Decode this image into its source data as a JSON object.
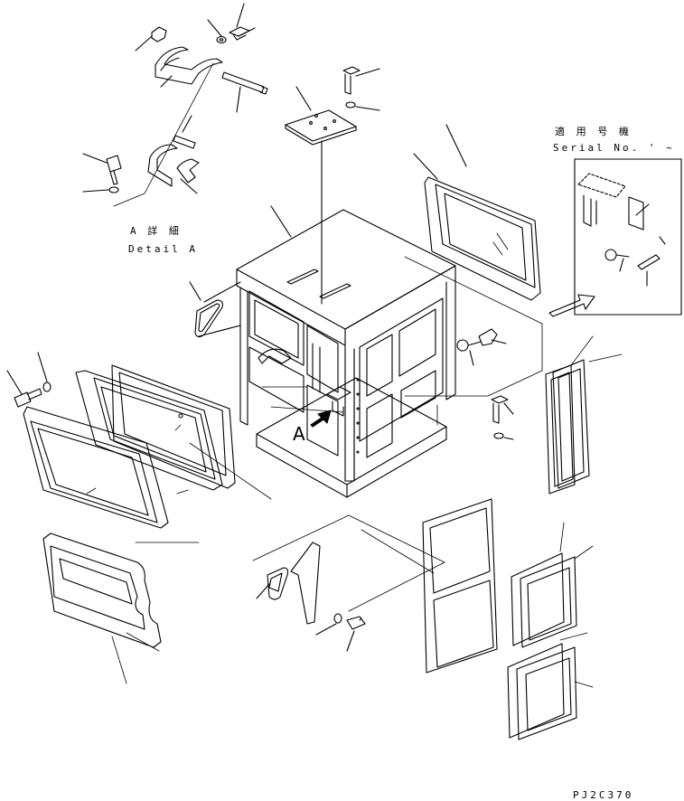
{
  "detail_a": {
    "label_jp": "A 詳 細",
    "label_en": "Detail A"
  },
  "serial": {
    "label_jp": "適 用 号 機",
    "label_en": "Serial No.  ' ~"
  },
  "view_marker": "A",
  "drawing_code": "PJ2C370",
  "colors": {
    "ink": "#000000",
    "background": "#ffffff"
  }
}
